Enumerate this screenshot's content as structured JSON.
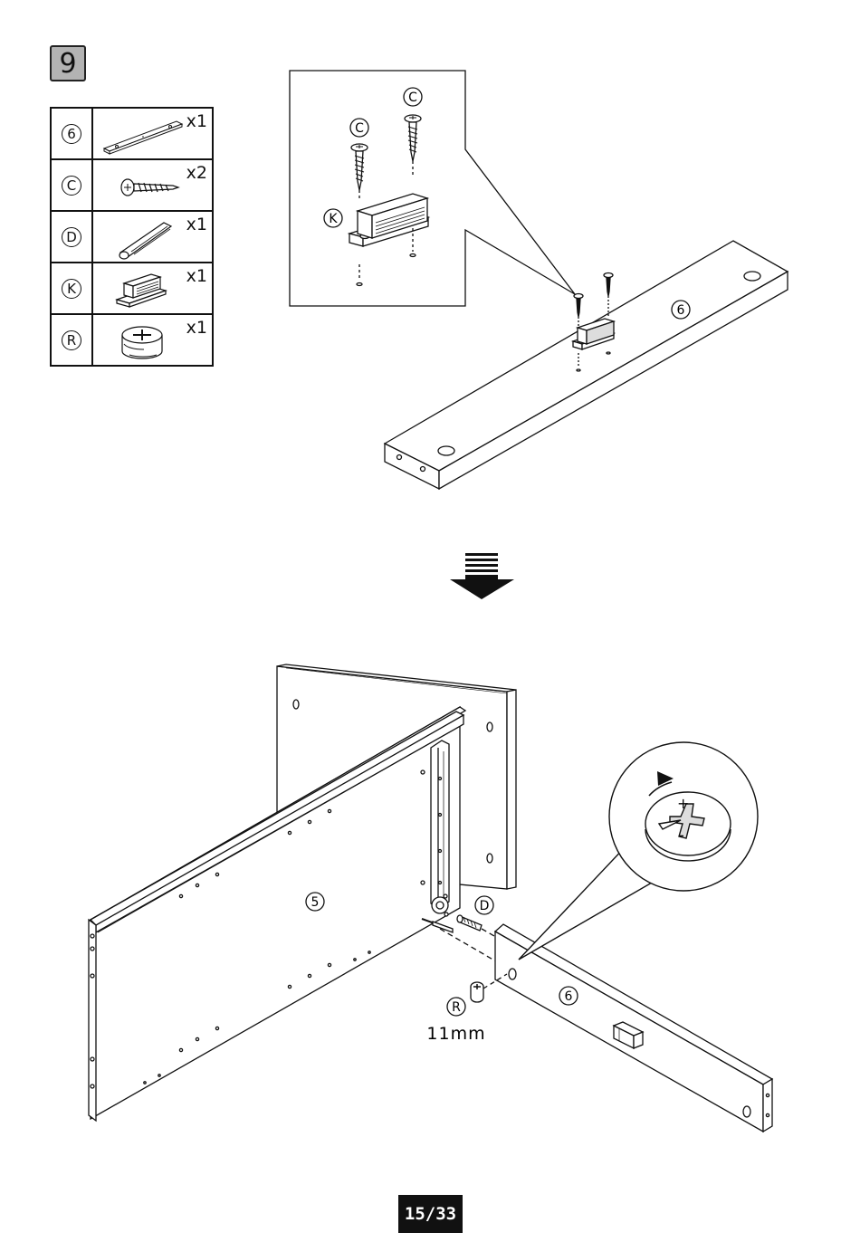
{
  "step": {
    "number": "9"
  },
  "parts_list": [
    {
      "id": "6",
      "qty": "x1",
      "icon": "panel-6-thumbnail"
    },
    {
      "id": "C",
      "qty": "x2",
      "icon": "screw-thumbnail"
    },
    {
      "id": "D",
      "qty": "x1",
      "icon": "dowel-thumbnail"
    },
    {
      "id": "K",
      "qty": "x1",
      "icon": "magnet-catch-thumbnail"
    },
    {
      "id": "R",
      "qty": "x1",
      "icon": "cam-lock-thumbnail"
    }
  ],
  "detail_callout": {
    "screw_label_1": "C",
    "screw_label_2": "C",
    "catch_label": "K"
  },
  "top_assembly": {
    "panel_label": "6"
  },
  "bottom_assembly": {
    "panel_5_label": "5",
    "panel_6_label": "6",
    "dowel_label": "D",
    "cam_label": "R",
    "cam_size": "11mm",
    "direction_icon": "clockwise-tighten-icon",
    "plus_sign": "+",
    "minus_sign": "-"
  },
  "footer": {
    "page": "15/33"
  }
}
